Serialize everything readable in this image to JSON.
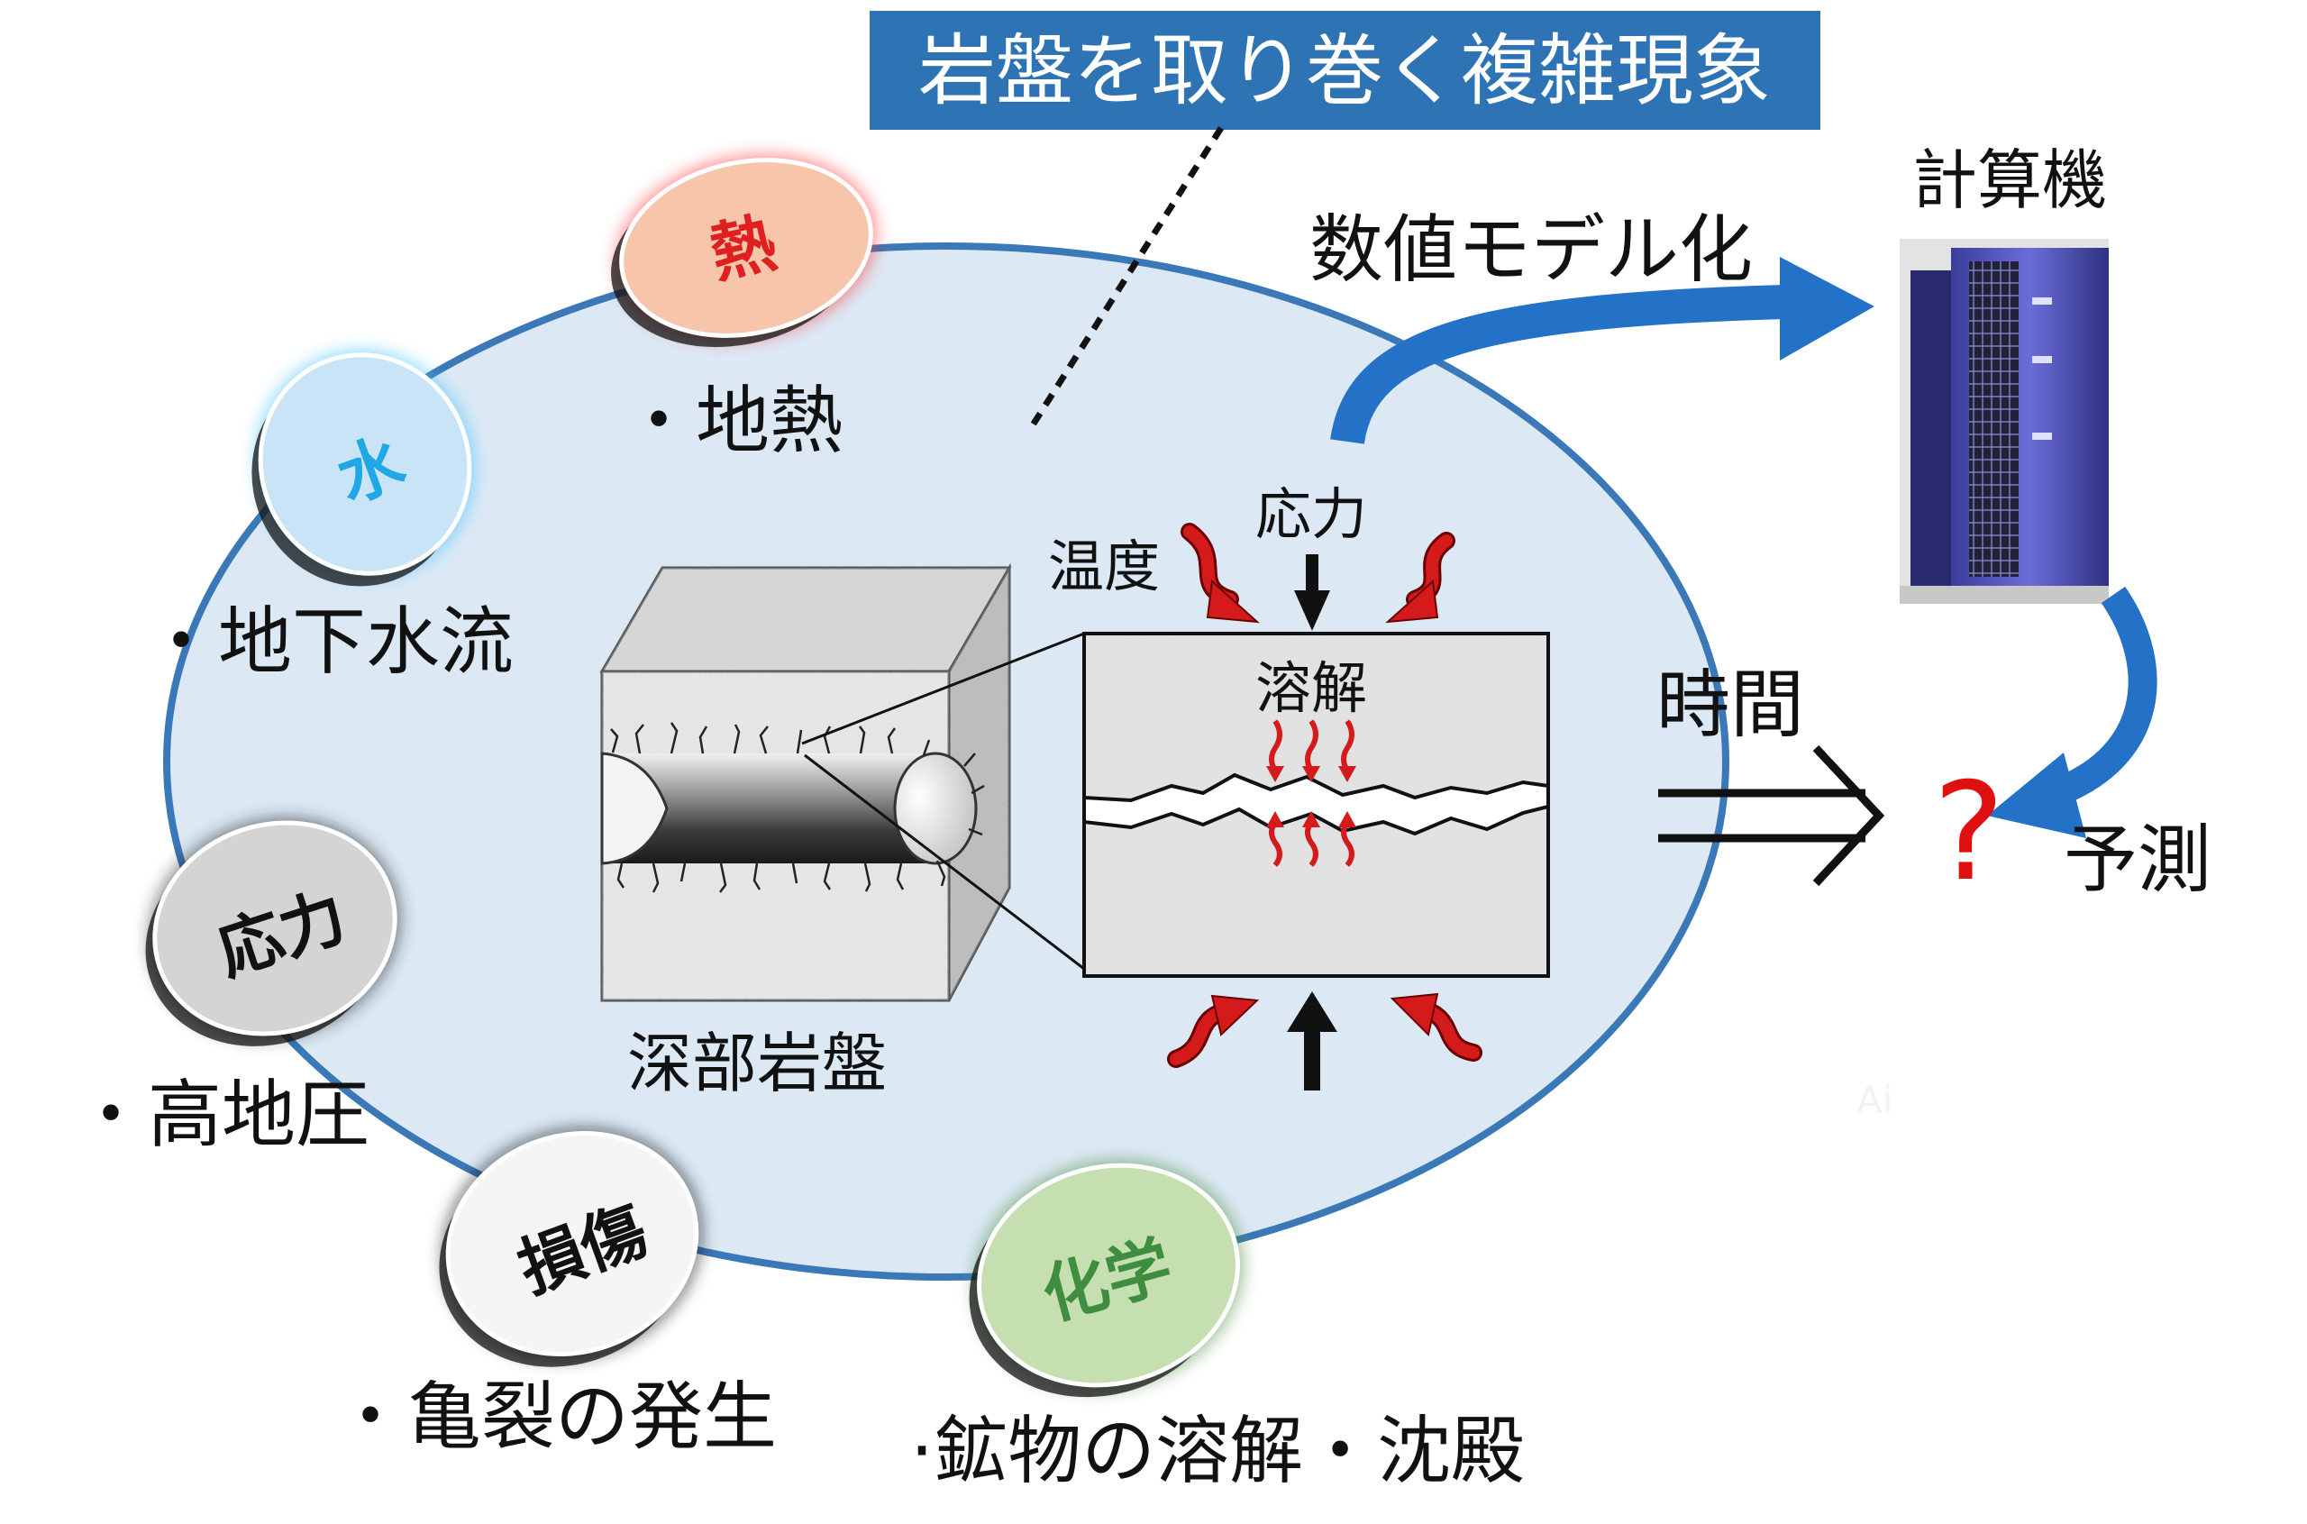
{
  "title": "岩盤を取り巻く複雑現象",
  "center_label": "深部岩盤",
  "labels": {
    "modeling": "数値モデル化",
    "computer": "計算機",
    "time": "時間",
    "prediction": "予測",
    "question": "?",
    "dissolution": "溶解",
    "temperature": "温度",
    "stress": "応力",
    "watermark": "Ai"
  },
  "phenomena": [
    {
      "label": "熱",
      "note": "・地熱",
      "color": "#e02020",
      "fill": "#f6c5aa",
      "glow": "#ff3030"
    },
    {
      "label": "水",
      "note": "・地下水流",
      "color": "#20a8e6",
      "fill": "#c9e4f7",
      "glow": "#40c0ff"
    },
    {
      "label": "応力",
      "note": "・高地圧",
      "color": "#111111",
      "fill": "#d4d4d4",
      "glow": "#222222"
    },
    {
      "label": "損傷",
      "note": "・亀裂の発生",
      "color": "#111111",
      "fill": "#f5f5f5",
      "glow": "#111111"
    },
    {
      "label": "化学",
      "note": "·鉱物の溶解・沈殿",
      "color": "#3f8e3f",
      "fill": "#c6dfb0",
      "glow": "#4c8a3a"
    }
  ],
  "colors": {
    "banner": "#2e74b5",
    "ellipse_fill": "#dce9f5",
    "ellipse_stroke": "#3a78b8",
    "arrow_blue": "#2472c8",
    "heat_arrow": "#d41a1a",
    "question": "#e01010",
    "computer_body": "#5d5fc8"
  }
}
